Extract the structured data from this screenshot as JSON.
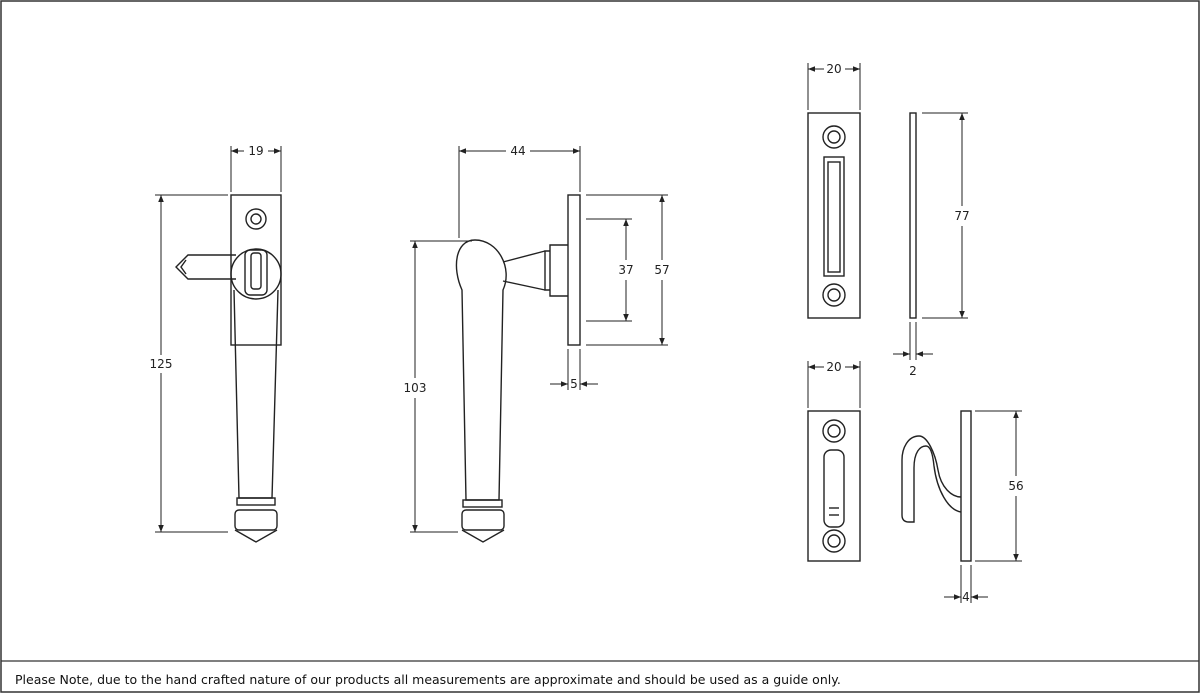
{
  "dimensions": {
    "fastener_body_width": "19",
    "fastener_total_length": "125",
    "handle_projection": "44",
    "handle_length": "103",
    "backplate_inner_height": "37",
    "backplate_height": "57",
    "backplate_thickness": "5",
    "keep_width": "20",
    "keep_length": "77",
    "keep_thickness": "2",
    "hook_plate_width": "20",
    "hook_height": "56",
    "hook_plate_thickness": "4"
  },
  "note": "Please Note, due to the hand crafted nature of our products all measurements are approximate and should be used as a guide only.",
  "colors": {
    "line": "#222222",
    "border": "#333333",
    "background": "#ffffff"
  }
}
